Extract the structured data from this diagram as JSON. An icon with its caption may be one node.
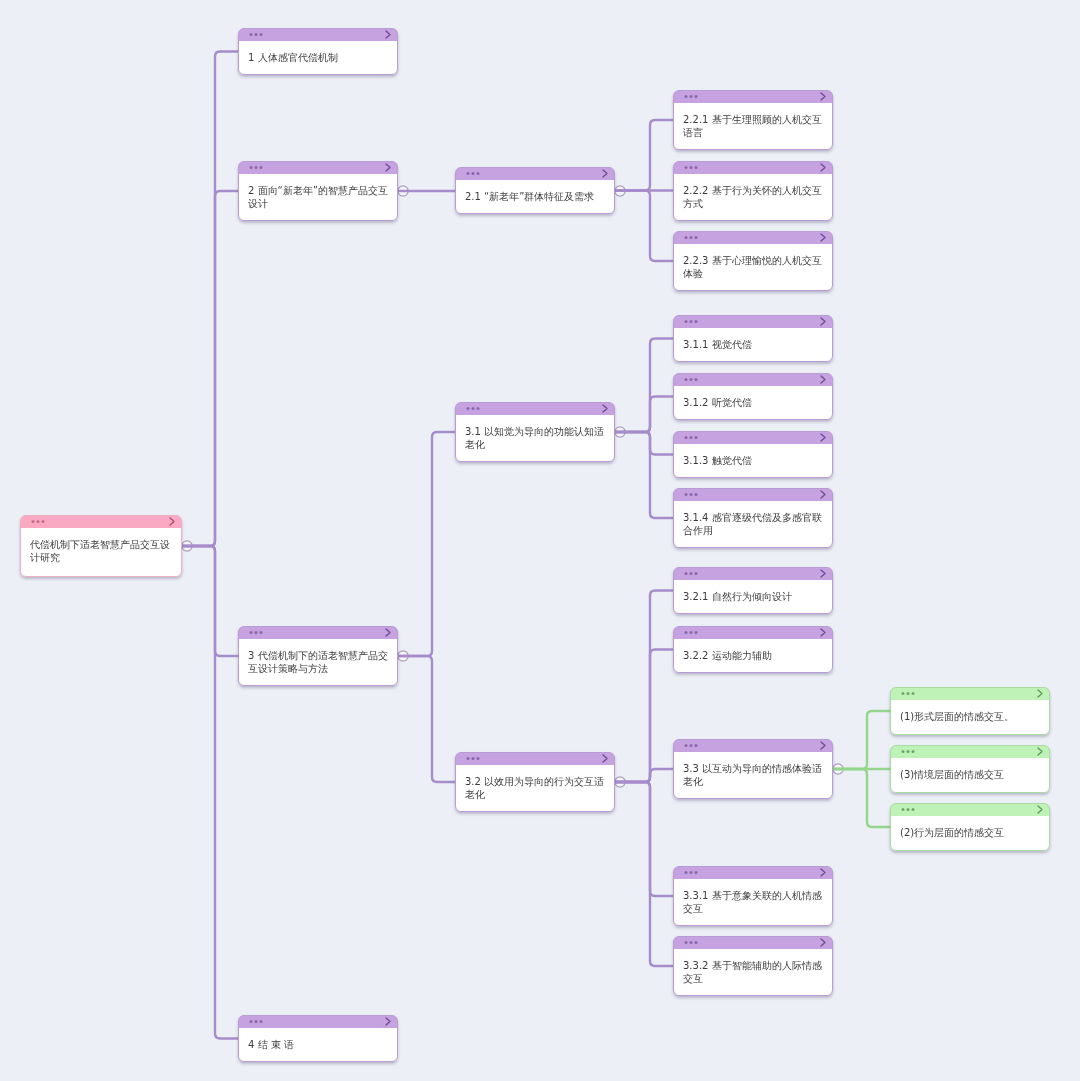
{
  "diagram": {
    "nodes": [
      {
        "text": [
          "代偿机制下适老智慧产品交互设计研究"
        ]
      },
      {
        "text": [
          "1 人体感官代偿机制"
        ]
      },
      {
        "text": [
          "2 面向“新老年”的智慧产品交互设计"
        ]
      },
      {
        "text": [
          "2.1 “新老年”群体特征及需求"
        ]
      },
      {
        "text": [
          "2.2.1 基于生理照顾的人机交互语言"
        ]
      },
      {
        "text": [
          "2.2.2 基于行为关怀的人机交互方式"
        ]
      },
      {
        "text": [
          "2.2.3 基于心理愉悦的人机交互体验"
        ]
      },
      {
        "text": [
          "3 代偿机制下的适老智慧产品交互设计策略与方法"
        ]
      },
      {
        "text": [
          "3.1 以知觉为导向的功能认知适老化"
        ]
      },
      {
        "text": [
          "3.1.1 视觉代偿"
        ]
      },
      {
        "text": [
          "3.1.2 听觉代偿"
        ]
      },
      {
        "text": [
          "3.1.3 触觉代偿"
        ]
      },
      {
        "text": [
          "3.1.4 感官逐级代偿及多感官联合作用"
        ]
      },
      {
        "text": [
          "3.2 以效用为导向的行为交互适老化"
        ]
      },
      {
        "text": [
          "3.2.1 自然行为倾向设计"
        ]
      },
      {
        "text": [
          "3.2.2 运动能力辅助"
        ]
      },
      {
        "text": [
          "3.3 以互动为导向的情感体验适老化"
        ]
      },
      {
        "text": [
          "(1)形式层面的情感交互。"
        ]
      },
      {
        "text": [
          "(3)情境层面的情感交互"
        ]
      },
      {
        "text": [
          "(2)行为层面的情感交互"
        ]
      },
      {
        "text": [
          "3.3.1 基于意象关联的人机情感交互"
        ]
      },
      {
        "text": [
          "3.3.2 基于智能辅助的人际情感交互"
        ]
      },
      {
        "text": [
          "4 结 束 语"
        ]
      }
    ],
    "edges": [
      {
        "from": 0,
        "to": 1,
        "arrow": "none"
      },
      {
        "from": 0,
        "to": 2,
        "arrow": "none"
      },
      {
        "from": 0,
        "to": 7,
        "arrow": "none"
      },
      {
        "from": 0,
        "to": 22,
        "arrow": "none"
      },
      {
        "from": 2,
        "to": 3,
        "arrow": "none"
      },
      {
        "from": 3,
        "to": 4,
        "arrow": "none"
      },
      {
        "from": 3,
        "to": 5,
        "arrow": "none"
      },
      {
        "from": 3,
        "to": 6,
        "arrow": "none"
      },
      {
        "from": 7,
        "to": 8,
        "arrow": "none"
      },
      {
        "from": 7,
        "to": 13,
        "arrow": "none"
      },
      {
        "from": 8,
        "to": 9,
        "arrow": "none"
      },
      {
        "from": 8,
        "to": 10,
        "arrow": "none"
      },
      {
        "from": 8,
        "to": 11,
        "arrow": "none"
      },
      {
        "from": 8,
        "to": 12,
        "arrow": "none"
      },
      {
        "from": 13,
        "to": 14,
        "arrow": "none"
      },
      {
        "from": 13,
        "to": 15,
        "arrow": "none"
      },
      {
        "from": 13,
        "to": 16,
        "arrow": "none"
      },
      {
        "from": 13,
        "to": 20,
        "arrow": "none"
      },
      {
        "from": 13,
        "to": 21,
        "arrow": "none"
      },
      {
        "from": 16,
        "to": 17,
        "arrow": "none",
        "color": "#93d68c"
      },
      {
        "from": 16,
        "to": 18,
        "arrow": "none",
        "color": "#93d68c"
      },
      {
        "from": 16,
        "to": 19,
        "arrow": "none",
        "color": "#93d68c"
      }
    ]
  }
}
